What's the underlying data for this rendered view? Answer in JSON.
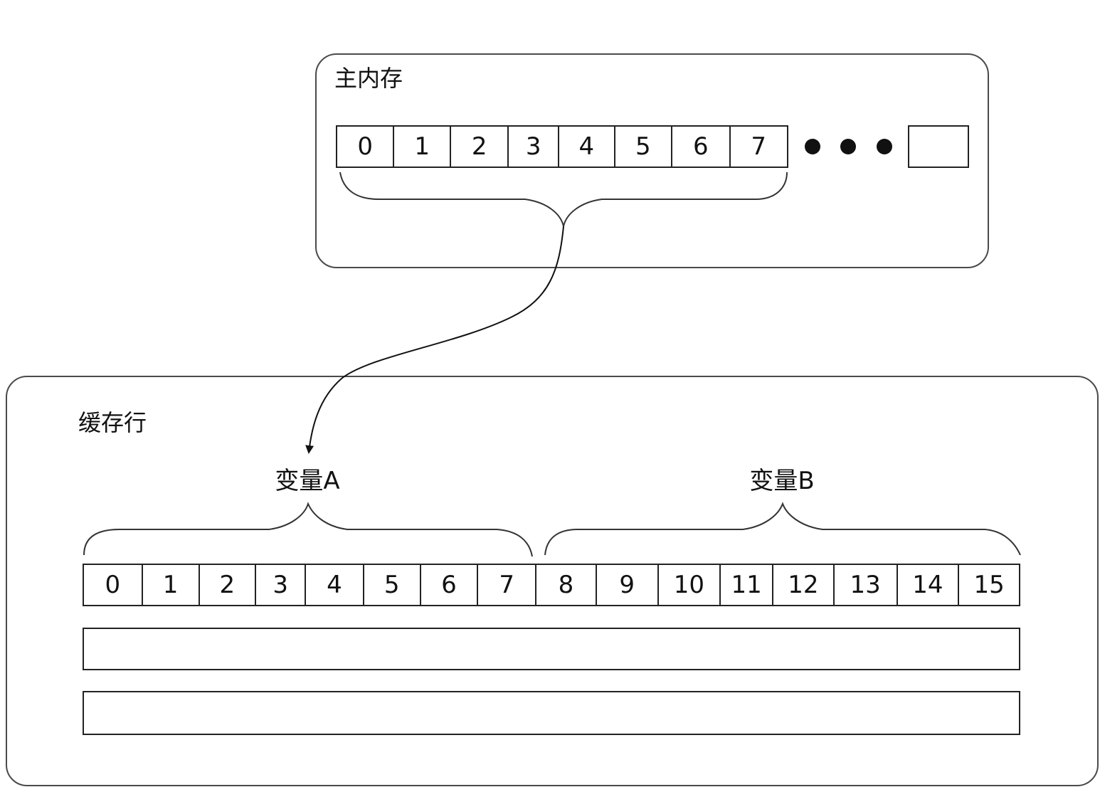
{
  "main_memory": {
    "title": "主内存",
    "cells": [
      "0",
      "1",
      "2",
      "3",
      "4",
      "5",
      "6",
      "7"
    ]
  },
  "cache_line": {
    "title": "缓存行",
    "cells": [
      "0",
      "1",
      "2",
      "3",
      "4",
      "5",
      "6",
      "7",
      "8",
      "9",
      "10",
      "11",
      "12",
      "13",
      "14",
      "15"
    ],
    "variable_a_label": "变量A",
    "variable_b_label": "变量B"
  }
}
